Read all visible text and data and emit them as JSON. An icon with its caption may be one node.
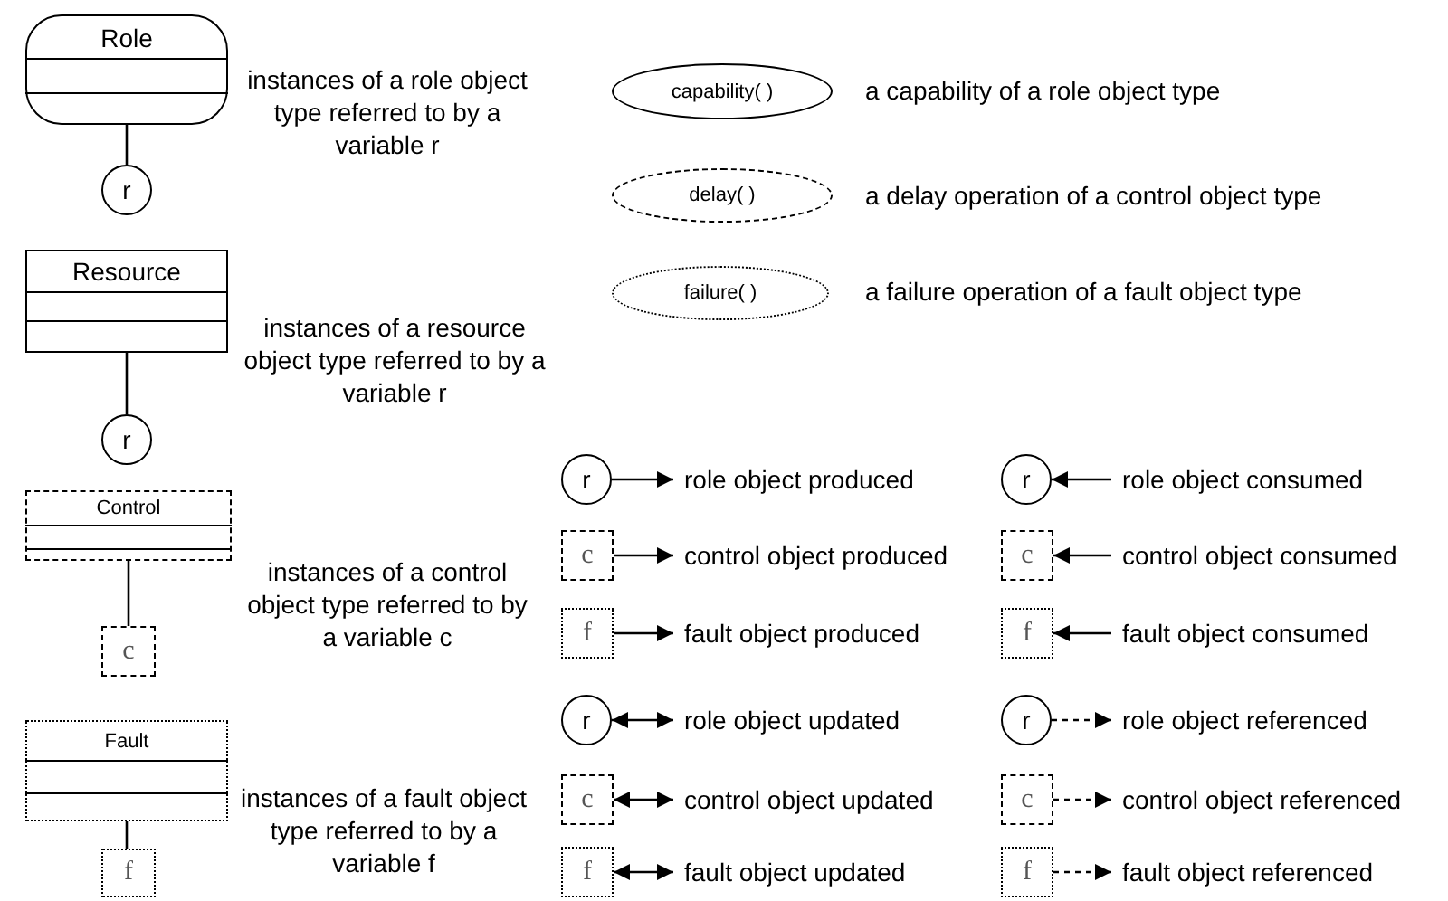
{
  "diagram": {
    "nodes": [
      {
        "text": [
          "Role"
        ],
        "beside": [
          "instances of a role object type referred to by a variable r"
        ]
      },
      {
        "text": [
          "r"
        ]
      },
      {
        "text": [
          "Resource"
        ],
        "beside": [
          "instances of a resource object type referred to by a variable r"
        ]
      },
      {
        "text": [
          "r"
        ]
      },
      {
        "text": [
          "Control"
        ],
        "beside": [
          "instances of a control object type referred to by a variable c"
        ]
      },
      {
        "text": [
          "c"
        ]
      },
      {
        "text": [
          "Fault"
        ],
        "beside": [
          "instances of a fault object type referred to by a variable f"
        ]
      },
      {
        "text": [
          "f"
        ]
      },
      {
        "text": [
          "capability( )"
        ],
        "beside": [
          "a capability of a role object type"
        ]
      },
      {
        "text": [
          "delay( )"
        ],
        "beside": [
          "a delay operation of a control object type"
        ]
      },
      {
        "text": [
          "failure( )"
        ],
        "beside": [
          "a failure operation of a fault object type"
        ]
      },
      {
        "text": [
          "r"
        ]
      },
      {
        "text": [
          "role object produced"
        ]
      },
      {
        "text": [
          "r"
        ]
      },
      {
        "text": [
          "role object consumed"
        ]
      },
      {
        "text": [
          "c"
        ]
      },
      {
        "text": [
          "control object produced"
        ]
      },
      {
        "text": [
          "c"
        ]
      },
      {
        "text": [
          "control object consumed"
        ]
      },
      {
        "text": [
          "f"
        ]
      },
      {
        "text": [
          "fault object produced"
        ]
      },
      {
        "text": [
          "f"
        ]
      },
      {
        "text": [
          "fault object consumed"
        ]
      },
      {
        "text": [
          "r"
        ]
      },
      {
        "text": [
          "role object updated"
        ]
      },
      {
        "text": [
          "r"
        ]
      },
      {
        "text": [
          "role object referenced"
        ]
      },
      {
        "text": [
          "c"
        ]
      },
      {
        "text": [
          "control object updated"
        ]
      },
      {
        "text": [
          "c"
        ]
      },
      {
        "text": [
          "control object referenced"
        ]
      },
      {
        "text": [
          "f"
        ]
      },
      {
        "text": [
          "fault object updated"
        ]
      },
      {
        "text": [
          "f"
        ]
      },
      {
        "text": [
          "fault object referenced"
        ]
      }
    ],
    "edges": [
      {
        "from": 0,
        "to": 1,
        "arrow": "none"
      },
      {
        "from": 2,
        "to": 3,
        "arrow": "none"
      },
      {
        "from": 4,
        "to": 5,
        "arrow": "none"
      },
      {
        "from": 6,
        "to": 7,
        "arrow": "none"
      },
      {
        "from": 11,
        "to": 12,
        "arrow": "to"
      },
      {
        "from": 14,
        "to": 13,
        "arrow": "to"
      },
      {
        "from": 15,
        "to": 16,
        "arrow": "to"
      },
      {
        "from": 18,
        "to": 17,
        "arrow": "to"
      },
      {
        "from": 19,
        "to": 20,
        "arrow": "to"
      },
      {
        "from": 22,
        "to": 21,
        "arrow": "to"
      },
      {
        "from": 23,
        "to": 24,
        "arrow": "both"
      },
      {
        "from": 25,
        "to": 26,
        "arrow": "to",
        "style": "dashed"
      },
      {
        "from": 27,
        "to": 28,
        "arrow": "both"
      },
      {
        "from": 29,
        "to": 30,
        "arrow": "to",
        "style": "dashed"
      },
      {
        "from": 31,
        "to": 32,
        "arrow": "both"
      },
      {
        "from": 33,
        "to": 34,
        "arrow": "to",
        "style": "dashed"
      }
    ]
  }
}
